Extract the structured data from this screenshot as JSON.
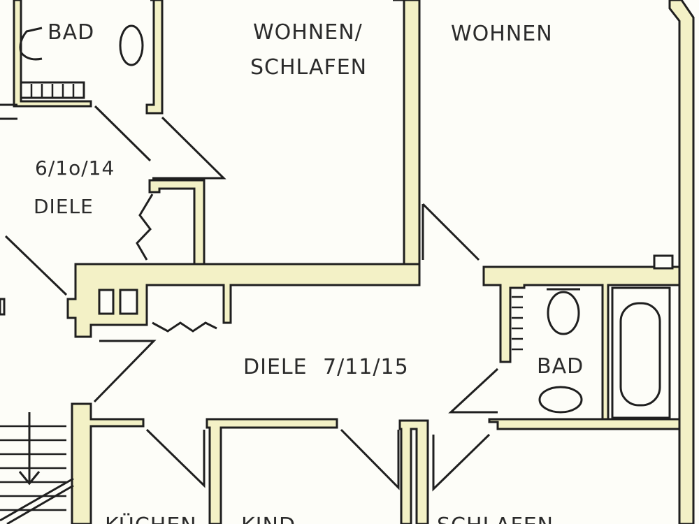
{
  "plan": {
    "rooms": {
      "bad_top_left": "BAD",
      "wohnen_schlafen_line1": "WOHNEN/",
      "wohnen_schlafen_line2": "SCHLAFEN",
      "wohnen": "WOHNEN",
      "diele_left_number": "6/1o/14",
      "diele_left": "DIELE",
      "diele_center": "DIELE",
      "diele_center_number": "7/11/15",
      "bad_right": "BAD",
      "kuechen_partial": "KÜCHEN",
      "kind_partial": "KIND",
      "schlafen_partial": "SCHLAFEN"
    },
    "colors": {
      "wall_fill": "#f3f1c6",
      "line": "#1f1f1f",
      "paper": "#fdfdf8"
    }
  }
}
